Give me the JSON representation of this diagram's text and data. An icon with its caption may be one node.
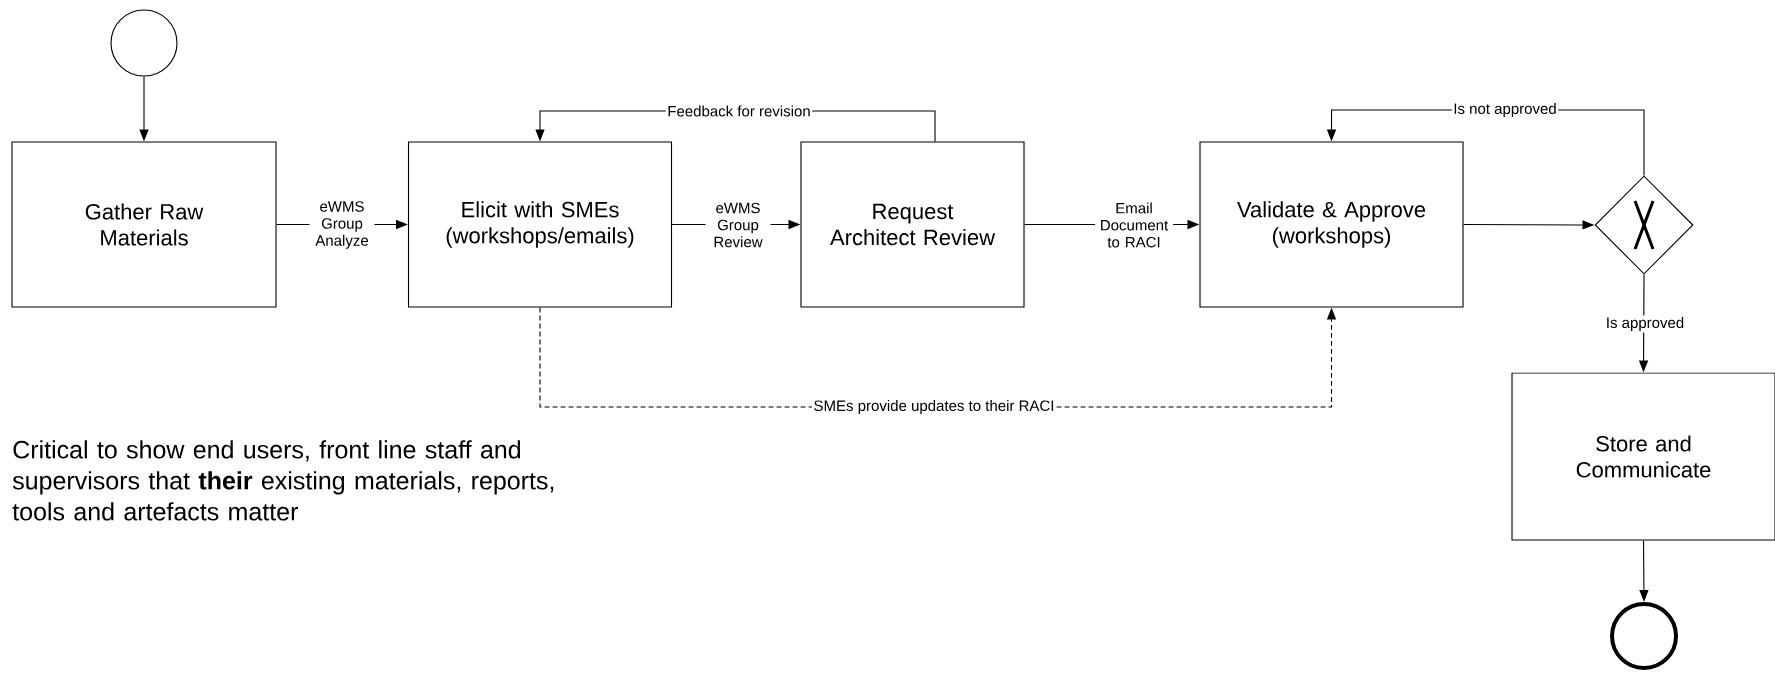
{
  "diagram": {
    "nodes": [
      {
        "text": [],
        "shape": "circle"
      },
      {
        "text": [
          "Gather Raw Materials"
        ]
      },
      {
        "text": [
          "Elicit with SMEs (workshops/emails)"
        ]
      },
      {
        "text": [
          "Request Architect Review"
        ]
      },
      {
        "text": [
          "Validate & Approve (workshops)"
        ]
      },
      {
        "text": [],
        "shape": "diamond"
      },
      {
        "text": [
          "Store and Communicate"
        ]
      },
      {
        "text": [],
        "shape": "circle"
      }
    ],
    "edges": [
      {
        "from": 0,
        "to": 1,
        "arrow": "to"
      },
      {
        "from": 1,
        "to": 2,
        "arrow": "to",
        "label": "eWMS Group Analyze"
      },
      {
        "from": 2,
        "to": 3,
        "arrow": "to",
        "label": "eWMS Group Review"
      },
      {
        "from": 3,
        "to": 2,
        "arrow": "to",
        "label": "Feedback for revision"
      },
      {
        "from": 3,
        "to": 4,
        "arrow": "to",
        "label": "Email Document to RACI"
      },
      {
        "from": 2,
        "to": 4,
        "arrow": "to",
        "label": "SMEs provide updates to their RACI",
        "style": "dashed"
      },
      {
        "from": 4,
        "to": 5,
        "arrow": "to"
      },
      {
        "from": 5,
        "to": 4,
        "arrow": "to",
        "label": "Is not approved"
      },
      {
        "from": 5,
        "to": 6,
        "arrow": "to",
        "label": "Is approved"
      },
      {
        "from": 6,
        "to": 7,
        "arrow": "to"
      }
    ],
    "labels": [
      "Critical to show end users, front line staff and supervisors that **their** existing materials, reports, tools and artefacts matter"
    ]
  }
}
